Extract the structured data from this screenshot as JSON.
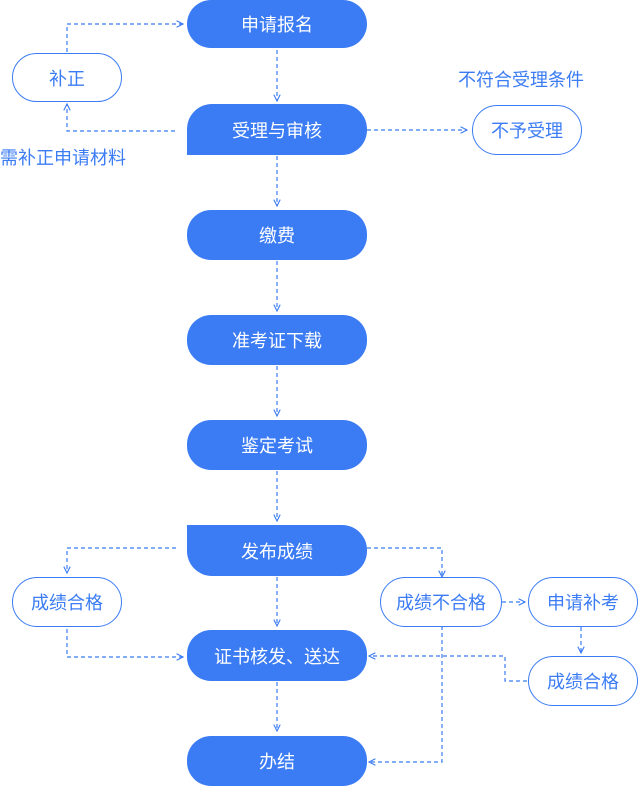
{
  "colors": {
    "primary": "#3b7cf4",
    "text_on_primary": "#ffffff",
    "connector": "#3b7cf4"
  },
  "steps": {
    "apply": "申请报名",
    "review": "受理与审核",
    "pay": "缴费",
    "ticket": "准考证下载",
    "exam": "鉴定考试",
    "results": "发布成绩",
    "certificate": "证书核发、送达",
    "done": "办结"
  },
  "side_nodes": {
    "supplement": "补正",
    "reject": "不予受理",
    "pass_left": "成绩合格",
    "fail": "成绩不合格",
    "retake": "申请补考",
    "pass_right": "成绩合格"
  },
  "labels": {
    "need_supplement": "需补正申请材料",
    "not_meet": "不符合受理条件"
  }
}
